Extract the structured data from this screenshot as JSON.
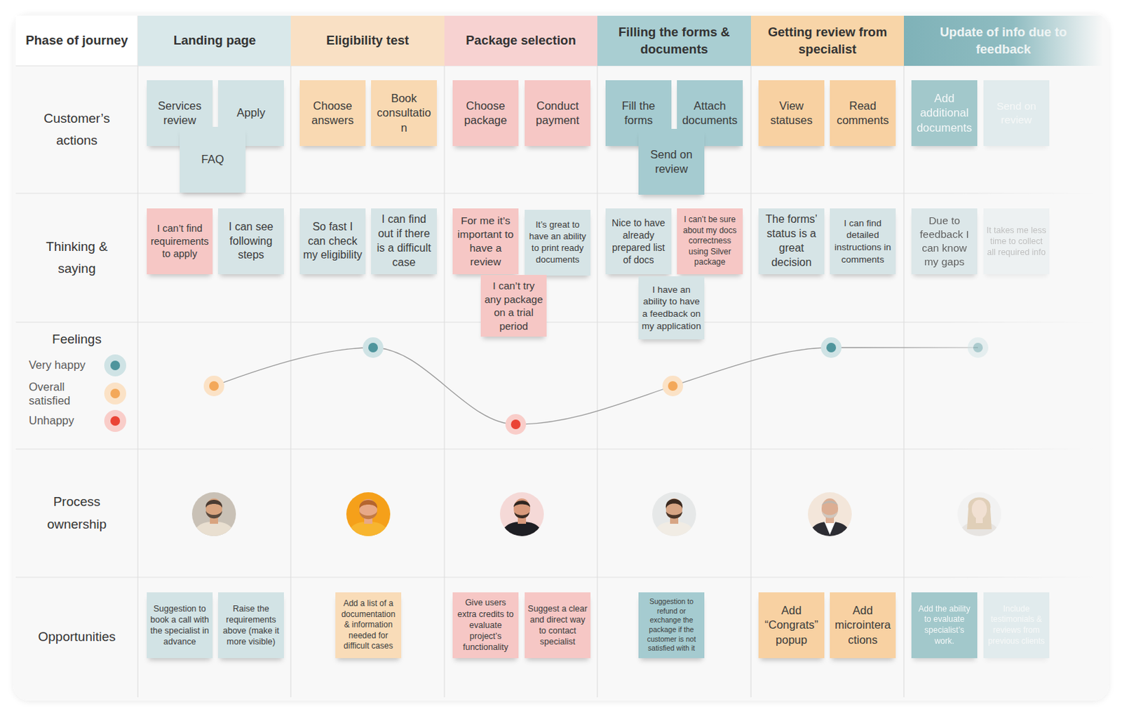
{
  "diagram": {
    "nodes": [
      {
        "text": [
          "Landing page"
        ]
      },
      {
        "text": [
          "Eligibility test"
        ]
      },
      {
        "text": [
          "Package selection"
        ]
      },
      {
        "text": [
          "Filling the forms & documents"
        ]
      },
      {
        "text": [
          "Getting review from specialist"
        ]
      },
      {
        "text": [
          "Update of info due to feedback"
        ]
      },
      {
        "text": [
          "Services review"
        ]
      },
      {
        "text": [
          "Apply"
        ]
      },
      {
        "text": [
          "FAQ"
        ]
      },
      {
        "text": [
          "Choose answers"
        ]
      },
      {
        "text": [
          "Book consultation"
        ]
      },
      {
        "text": [
          "Choose package"
        ]
      },
      {
        "text": [
          "Conduct payment"
        ]
      },
      {
        "text": [
          "Fill the forms"
        ]
      },
      {
        "text": [
          "Attach documents"
        ]
      },
      {
        "text": [
          "Send on review"
        ]
      },
      {
        "text": [
          "View statuses"
        ]
      },
      {
        "text": [
          "Read comments"
        ]
      },
      {
        "text": [
          "Add additional documents"
        ]
      },
      {
        "text": [
          "Send on review"
        ]
      },
      {
        "text": [
          "I can’t find requirements to apply"
        ]
      },
      {
        "text": [
          "I can see following steps"
        ]
      },
      {
        "text": [
          "So fast I can check my eligibility"
        ]
      },
      {
        "text": [
          "I can find out if there is a difficult case"
        ]
      },
      {
        "text": [
          "For me it’s important to have a review"
        ]
      },
      {
        "text": [
          "It’s great to have an ability to print ready documents"
        ]
      },
      {
        "text": [
          "I can’t try any package on a trial period"
        ]
      },
      {
        "text": [
          "Nice to have already prepared list of docs"
        ]
      },
      {
        "text": [
          "I can’t be sure about my docs correctness using Silver package"
        ]
      },
      {
        "text": [
          "I have an ability to have a feedback on my application"
        ]
      },
      {
        "text": [
          "The forms’ status is a great decision"
        ]
      },
      {
        "text": [
          "I can find detailed instructions in comments"
        ]
      },
      {
        "text": [
          "Due to feedback I can know my gaps"
        ]
      },
      {
        "text": [
          "It takes me less time to collect all required info"
        ]
      },
      {
        "text": [
          "Suggestion to book a call with the specialist in advance"
        ]
      },
      {
        "text": [
          "Raise the requirements above (make it more visible)"
        ]
      },
      {
        "text": [
          "Add a list of a documentation & information needed for difficult cases"
        ]
      },
      {
        "text": [
          "Give users extra credits to evaluate project’s functionality"
        ]
      },
      {
        "text": [
          "Suggest a clear and direct way to contact specialist"
        ]
      },
      {
        "text": [
          "Suggestion to refund or exchange the package if the customer is not satisfied with it"
        ]
      },
      {
        "text": [
          "Add “Congrats” popup"
        ]
      },
      {
        "text": [
          "Add microinteractions"
        ]
      },
      {
        "text": [
          "Add the ability to evaluate specialist’s work."
        ]
      },
      {
        "text": [
          "Include testimonials & reviews from previous clients"
        ]
      }
    ],
    "labels": [
      "Phase of journey",
      "Customer’s actions",
      "Thinking & saying",
      "Feelings",
      "Process ownership",
      "Opportunities"
    ],
    "legend": [
      {
        "text": "Very happy",
        "color": "#4f959c"
      },
      {
        "text": "Overall satisfied",
        "color": "#f3a85a"
      },
      {
        "text": "Unhappy",
        "color": "#ea4335"
      }
    ]
  }
}
